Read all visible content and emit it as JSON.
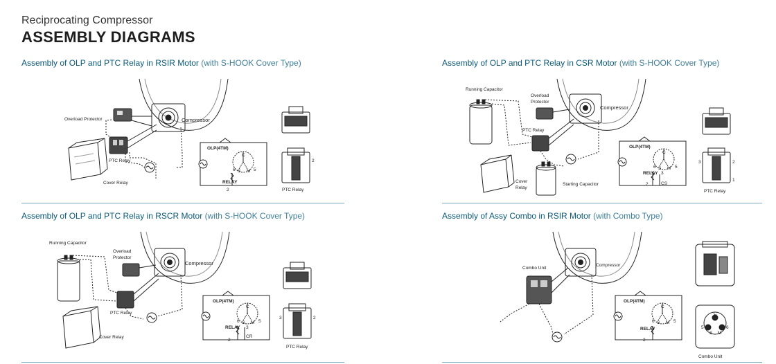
{
  "header": {
    "kicker": "Reciprocating Compressor",
    "title": "ASSEMBLY DIAGRAMS"
  },
  "panels": [
    {
      "heading": "Assembly of OLP and PTC Relay in RSIR Motor",
      "heading_sub": "(with S-HOOK Cover Type)",
      "labels": {
        "overload": "Overload Protector",
        "compressor": "Compressor",
        "ptc": "PTC Relay",
        "cover": "Cover Relay",
        "olp": "OLP(4TM)",
        "relay": "RELAY",
        "side": "PTC Relay"
      }
    },
    {
      "heading": "Assembly of OLP and PTC Relay in CSR Motor",
      "heading_sub": "(with S-HOOK Cover Type)",
      "labels": {
        "running": "Running Capacitor",
        "overload1": "Overload",
        "overload2": "Protector",
        "compressor": "Compressor",
        "ptc": "PTC Relay",
        "cover1": "Cover",
        "cover2": "Relay",
        "starting": "Starting Capacitor",
        "olp": "OLP(4TM)",
        "relay": "RELAY",
        "side": "PTC Relay"
      }
    },
    {
      "heading": "Assembly of OLP and PTC Relay in RSCR Motor",
      "heading_sub": "(with S-HOOK Cover Type)",
      "labels": {
        "running": "Running Capacitor",
        "overload1": "Overload",
        "overload2": "Protector",
        "compressor": "Compressor",
        "ptc": "PTC Relay",
        "cover": "Cover Relay",
        "olp": "OLP(4TM)",
        "relay": "RELAY",
        "side": "PTC Relay"
      }
    },
    {
      "heading": "Assembly of Assy Combo in RSIR Motor",
      "heading_sub": "(with Combo Type)",
      "labels": {
        "combo": "Combo Unit",
        "compressor": "Compressor",
        "olp": "OLP(4TM)",
        "relay": "RELAY",
        "side": "Combo Unit"
      }
    }
  ],
  "terminals": {
    "c": "C",
    "s": "S",
    "m": "M",
    "n1": "1",
    "n2": "2",
    "n3": "3",
    "n5": "5",
    "n6": "6",
    "cr": "CR",
    "cs": "CS"
  }
}
